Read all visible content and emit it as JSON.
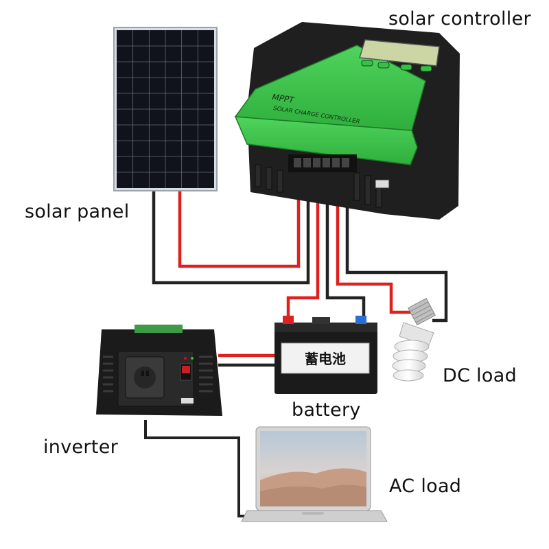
{
  "labels": {
    "solar_controller": "solar controller",
    "solar_panel": "solar panel",
    "dc_load": "DC load",
    "battery": "battery",
    "inverter": "inverter",
    "ac_load": "AC load"
  },
  "controller": {
    "brand_text": "MPPT",
    "sub_text": "SOLAR CHARGE CONTROLLER"
  },
  "battery_label": "蓄电池",
  "colors": {
    "wire_red": "#e01f1f",
    "wire_black": "#222222",
    "controller_green": "#3cc84c",
    "controller_body": "#1f1f1f",
    "panel_cells": "#10131c"
  }
}
